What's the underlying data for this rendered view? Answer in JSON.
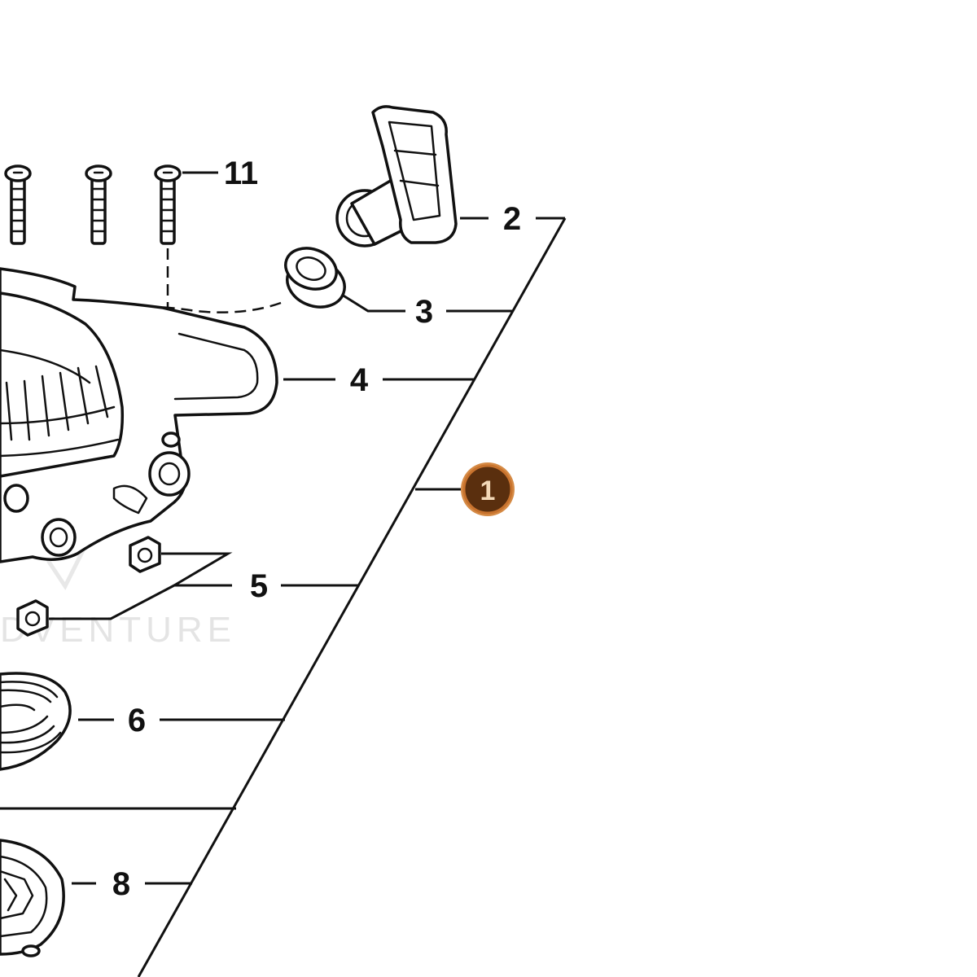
{
  "callouts": {
    "c1": "1",
    "c2": "2",
    "c3": "3",
    "c4": "4",
    "c5": "5",
    "c6": "6",
    "c8": "8",
    "c11": "11"
  },
  "watermark": "DVENTURE",
  "colors": {
    "badge_fill": "#5a2f0e",
    "badge_ring": "#c8732e",
    "line": "#111111"
  }
}
